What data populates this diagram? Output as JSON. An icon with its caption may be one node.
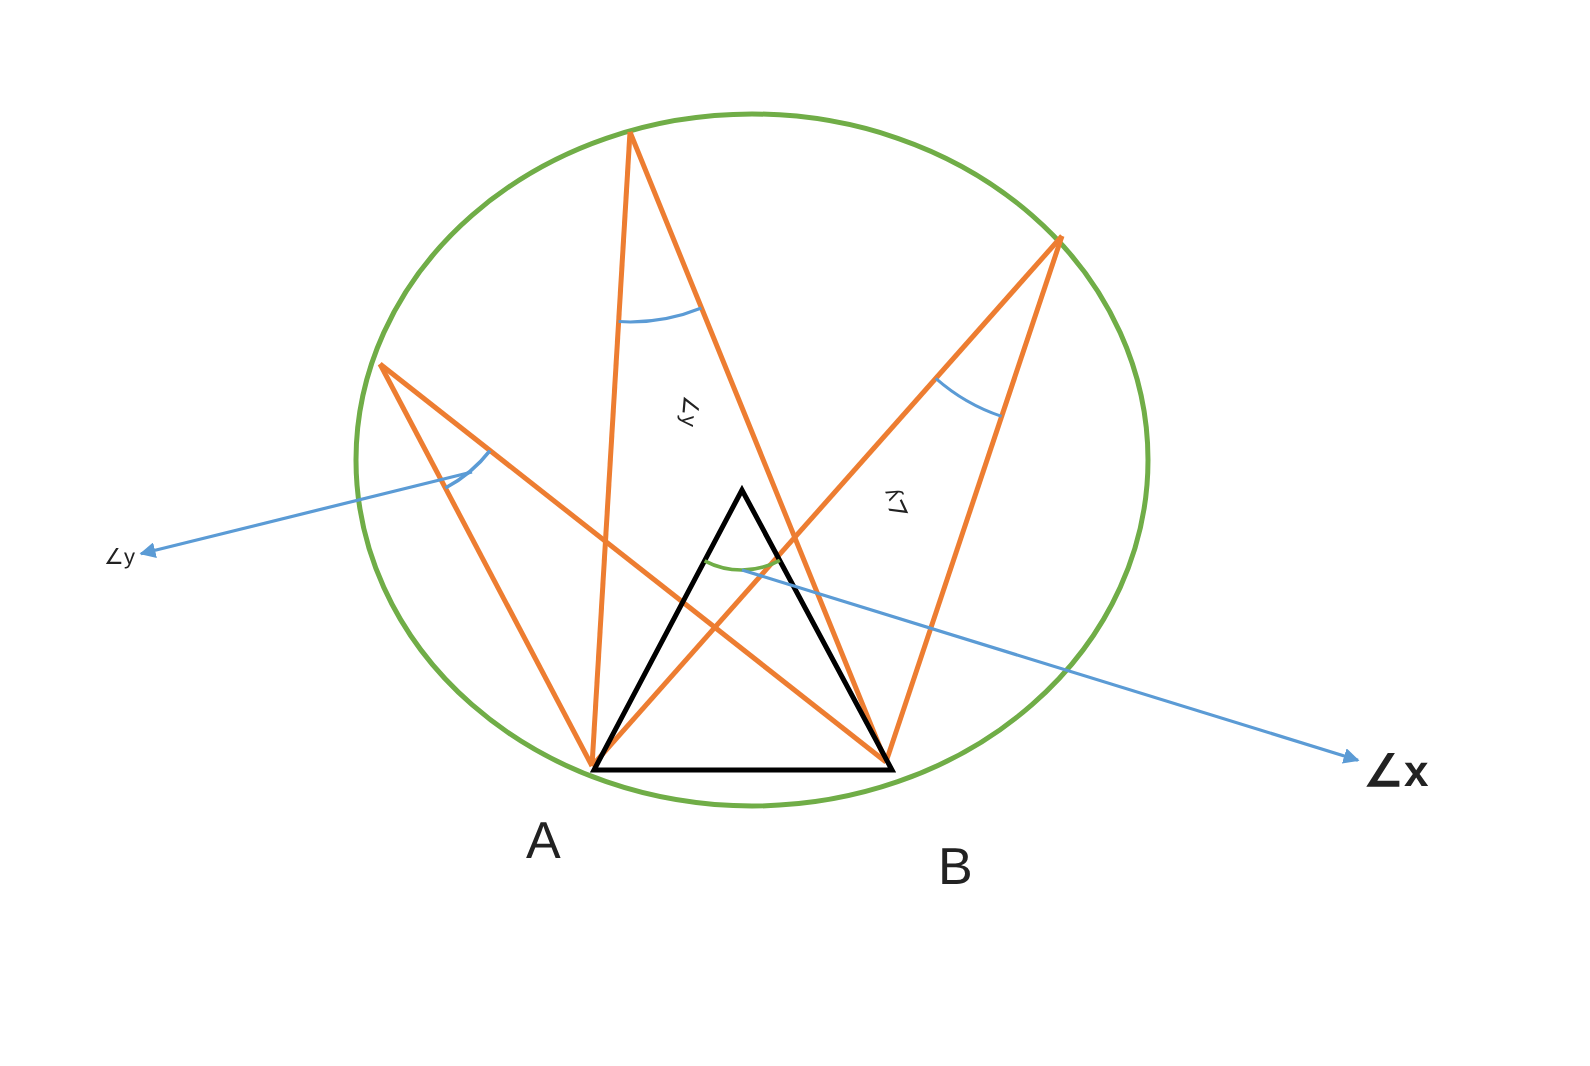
{
  "diagram": {
    "nodes": [
      {
        "text": [
          "∠y"
        ]
      },
      {
        "text": [],
        "shape": "arc"
      },
      {
        "text": [
          "∠x"
        ]
      },
      {
        "text": [],
        "shape": "arc"
      }
    ],
    "edges": [
      {
        "from": 1,
        "to": 0,
        "arrow": "to"
      },
      {
        "from": 3,
        "to": 2,
        "arrow": "to"
      }
    ],
    "labels": [
      "∠y",
      "∠y",
      "A",
      "B"
    ]
  }
}
